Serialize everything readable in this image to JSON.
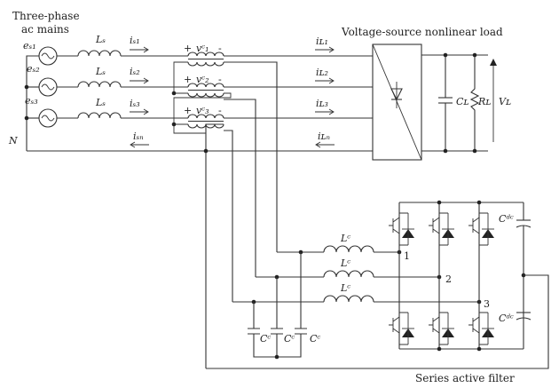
{
  "labels": {
    "mains_line1": "Three-phase",
    "mains_line2": "ac mains",
    "load": "Voltage-source nonlinear load",
    "filter": "Series active filter",
    "neutral": "N",
    "es1": "eₛ₁",
    "es2": "eₛ₂",
    "es3": "eₛ₃",
    "Ls1": "Lₛ",
    "Ls2": "Lₛ",
    "Ls3": "Lₛ",
    "is1": "iₛ₁",
    "is2": "iₛ₂",
    "is3": "iₛ₃",
    "isn": "iₛₙ",
    "vc1": "vᶜ₁",
    "vc2": "vᶜ₂",
    "vc3": "vᶜ₃",
    "iL1": "iʟ₁",
    "iL2": "iʟ₂",
    "iL3": "iʟ₃",
    "iLn": "iʟₙ",
    "CL": "Cʟ",
    "RL": "Rʟ",
    "VL": "Vʟ",
    "Lc1": "Lᶜ",
    "Lc2": "Lᶜ",
    "Lc3": "Lᶜ",
    "Cc1": "Cᶜ",
    "Cc2": "Cᶜ",
    "Cc3": "Cᶜ",
    "Cdc_top": "Cᵈᶜ",
    "Cdc_bottom": "Cᵈᶜ",
    "node1": "1",
    "node2": "2",
    "node3": "3",
    "plus": "+",
    "minus": "-"
  }
}
